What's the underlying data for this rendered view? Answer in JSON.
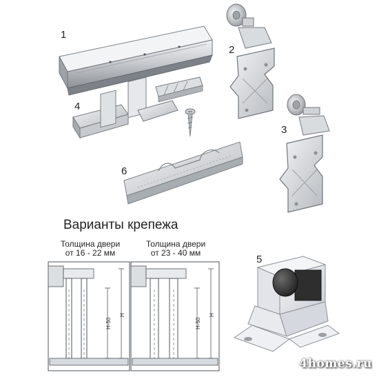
{
  "labels": {
    "rail": "1",
    "roller_front": "2",
    "roller_rear": "3",
    "guide": "4",
    "stopper": "5",
    "stopper_plate": "6"
  },
  "mounting": {
    "title": "Варианты крепежа",
    "variants": [
      {
        "line1": "Толщина двери",
        "line2": "от 16 - 22 мм",
        "dim_small": "H-50",
        "dim_large": "H"
      },
      {
        "line1": "Толщина двери",
        "line2": "от 23 - 40 мм",
        "dim_small": "H-50",
        "dim_large": "H"
      }
    ]
  },
  "watermark": "4homes.ru",
  "colors": {
    "metal_light": "#e4e6e8",
    "metal_mid": "#bfc3c7",
    "metal_dark": "#8d9196",
    "line": "#555a5f",
    "stopper_body": "#e9ebef",
    "rubber": "#3a3a3a"
  }
}
